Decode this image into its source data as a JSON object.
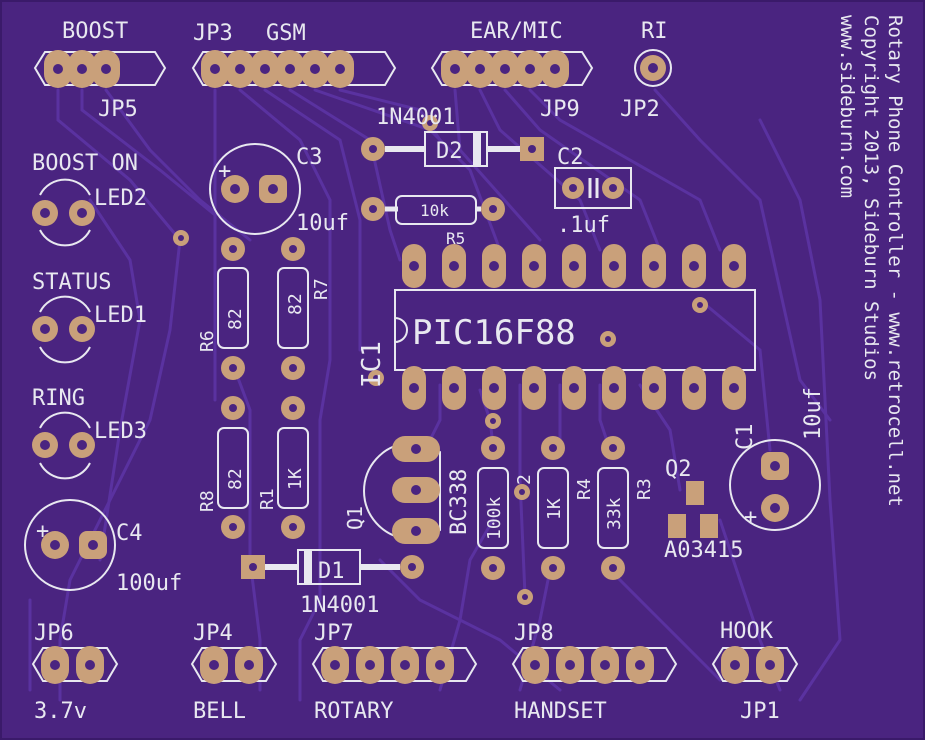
{
  "colors": {
    "board": "#4a2480",
    "board_edge": "#3a1a6a",
    "trace": "#5a32a0",
    "pad": "#c9a07a",
    "hole": "#4a2480",
    "silk": "#e8e8f0"
  },
  "side_text": {
    "line1": "Rotary Phone Controller - www.retrocell.net",
    "line2": "Copyright 2013, Sideburn Studios",
    "line3": "www.sideburn.com"
  },
  "labels": {
    "boost": "BOOST",
    "jp5": "JP5",
    "jp3": "JP3",
    "gsm": "GSM",
    "ear_mic": "EAR/MIC",
    "jp9": "JP9",
    "ri": "RI",
    "jp2": "JP2",
    "boost_on": "BOOST ON",
    "led2": "LED2",
    "status": "STATUS",
    "led1": "LED1",
    "ring": "RING",
    "led3": "LED3",
    "c3": "C3",
    "c3_val": "10uf",
    "d2_val": "1N4001",
    "d2": "D2",
    "c2": "C2",
    "c2_val": ".1uf",
    "r5_val": "10k",
    "r5": "R5",
    "ic1": "IC1",
    "ic1_val": "PIC16F88",
    "r6": "R6",
    "r6_val": "82",
    "r7": "R7",
    "r7_val": "82",
    "r8": "R8",
    "r8_val": "82",
    "r1": "R1",
    "r1_val": "1K",
    "q1": "Q1",
    "q1_val": "BC338",
    "r2_val": "100k",
    "r2": "2",
    "r4_val": "1K",
    "r4": "R4",
    "r3_val": "33k",
    "r3": "R3",
    "q2": "Q2",
    "q2_val": "A03415",
    "c1": "C1",
    "c1_val": "10uf",
    "c4": "C4",
    "c4_val": "100uf",
    "d1": "D1",
    "d1_val": "1N4001",
    "jp6": "JP6",
    "jp6_val": "3.7v",
    "jp4": "JP4",
    "jp4_val": "BELL",
    "jp7": "JP7",
    "jp7_val": "ROTARY",
    "jp8": "JP8",
    "jp8_val": "HANDSET",
    "hook": "HOOK",
    "jp1": "JP1"
  }
}
